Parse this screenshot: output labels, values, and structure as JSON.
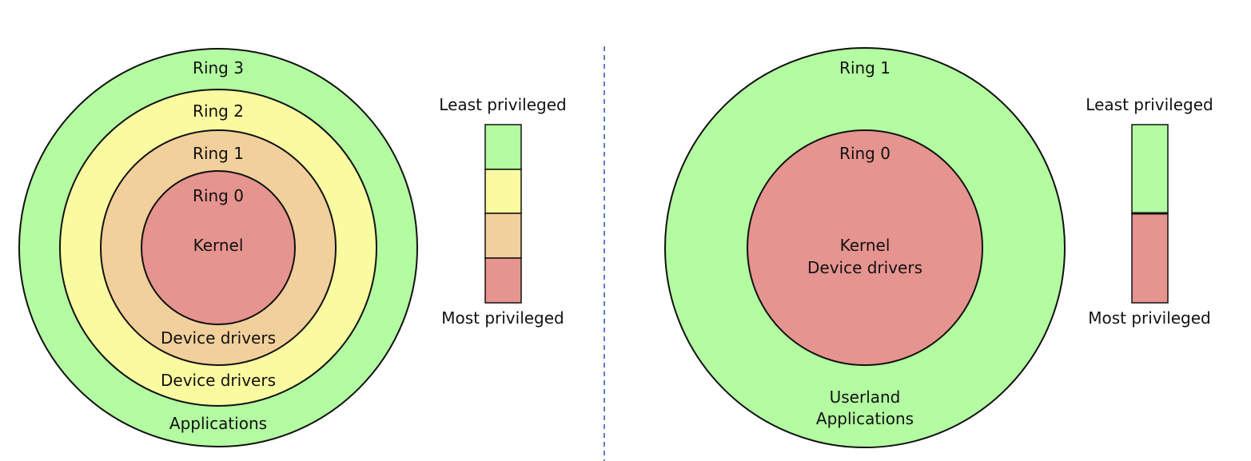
{
  "left": {
    "rings": [
      {
        "label": "Ring 3",
        "content": [
          "Applications"
        ],
        "color": "#b3fca1"
      },
      {
        "label": "Ring 2",
        "content": [
          "Device drivers"
        ],
        "color": "#fafaa0"
      },
      {
        "label": "Ring 1",
        "content": [
          "Device drivers"
        ],
        "color": "#f2d09b"
      },
      {
        "label": "Ring 0",
        "content": [
          "Kernel"
        ],
        "color": "#e6948f"
      }
    ],
    "legend": {
      "top_label": "Least privileged",
      "bottom_label": "Most privileged",
      "segments": [
        "#b3fca1",
        "#fafaa0",
        "#f2d09b",
        "#e6948f"
      ]
    }
  },
  "right": {
    "rings": [
      {
        "label": "Ring 1",
        "content": [
          "Userland",
          "Applications"
        ],
        "color": "#b3fca1"
      },
      {
        "label": "Ring 0",
        "content": [
          "Kernel",
          "Device drivers"
        ],
        "color": "#e6948f"
      }
    ],
    "legend": {
      "top_label": "Least privileged",
      "bottom_label": "Most privileged",
      "segments": [
        "#b3fca1",
        "#e6948f"
      ]
    }
  },
  "divider_color": "#5b7fd0"
}
